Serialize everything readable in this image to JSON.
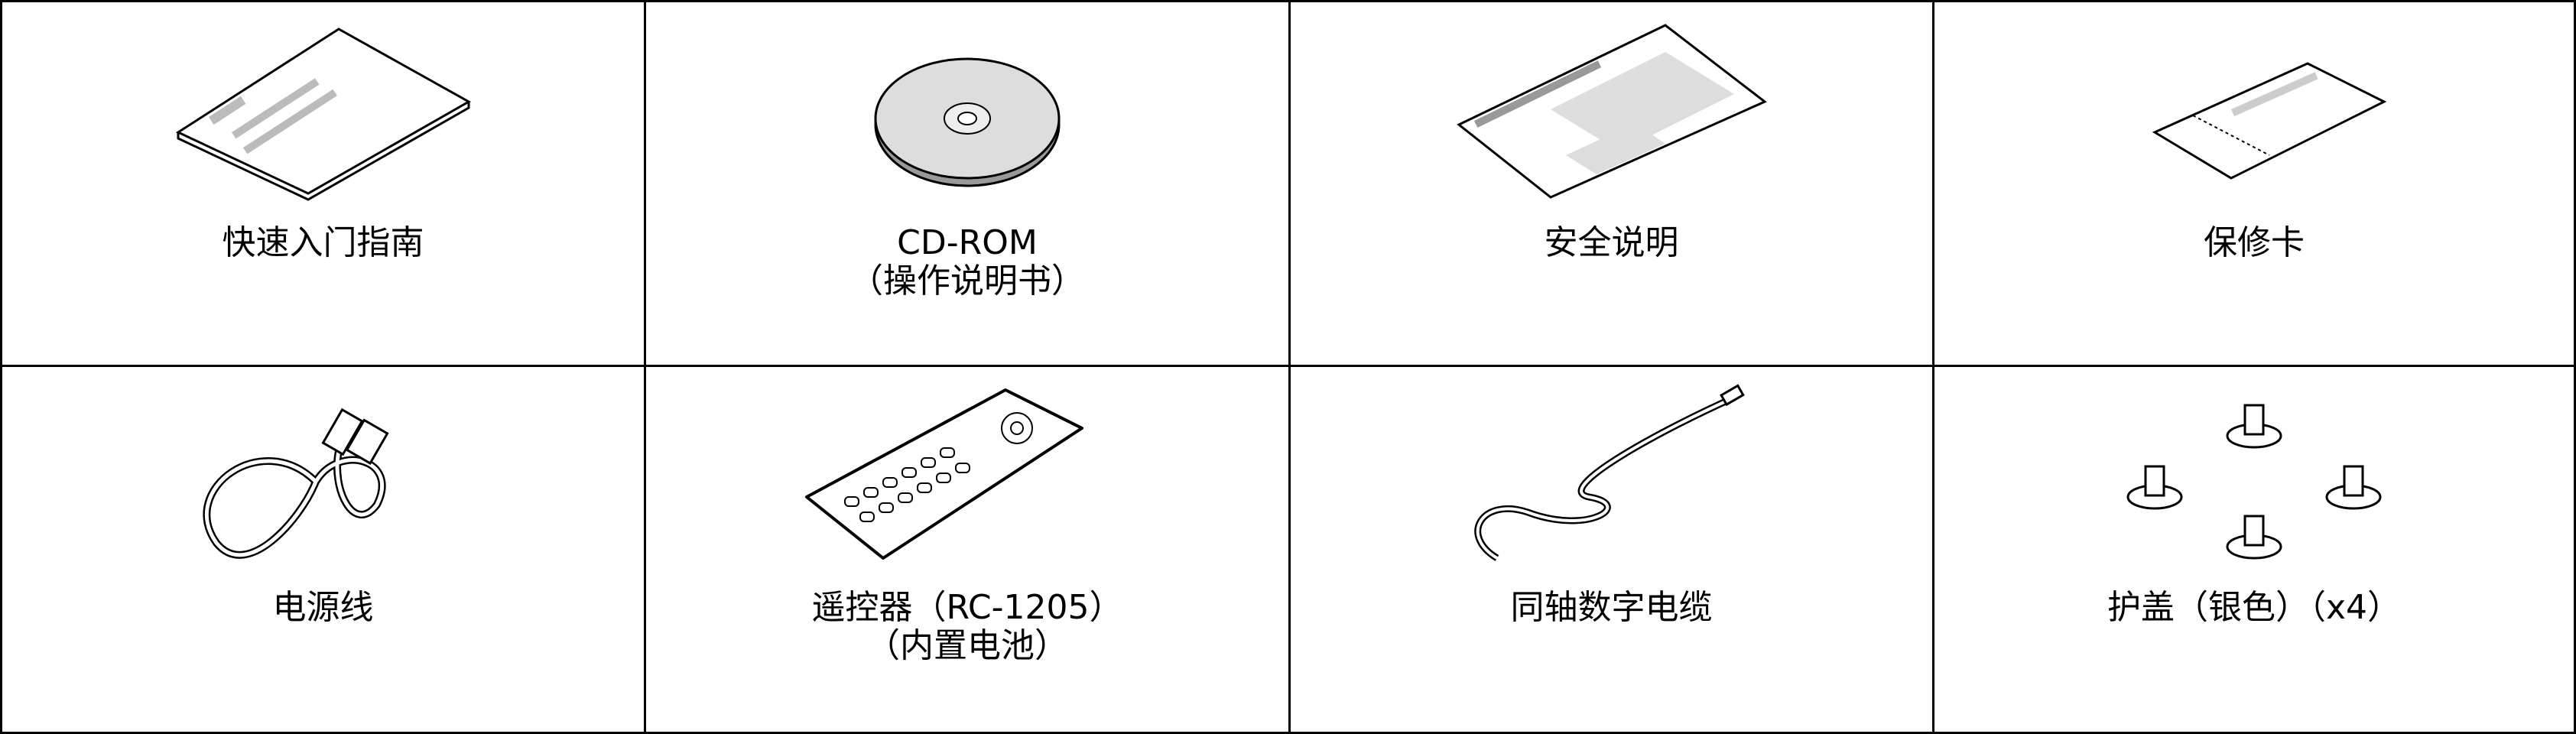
{
  "items": [
    {
      "name": "quick-start-guide",
      "line1": "快速入门指南",
      "line2": "",
      "icon": "booklet-icon"
    },
    {
      "name": "cd-rom",
      "line1": "CD-ROM",
      "line2": "（操作说明书）",
      "icon": "cd-icon"
    },
    {
      "name": "safety-instructions",
      "line1": "安全说明",
      "line2": "",
      "icon": "leaflet-icon"
    },
    {
      "name": "warranty-card",
      "line1": "保修卡",
      "line2": "",
      "icon": "card-icon"
    },
    {
      "name": "power-cord",
      "line1": "电源线",
      "line2": "",
      "icon": "power-cord-icon"
    },
    {
      "name": "remote-control",
      "line1": "遥控器（RC-1205）",
      "line2": "（内置电池）",
      "icon": "remote-icon"
    },
    {
      "name": "coaxial-cable",
      "line1": "同轴数字电缆",
      "line2": "",
      "icon": "coax-cable-icon"
    },
    {
      "name": "protective-caps",
      "line1": "护盖（银色）（x4）",
      "line2": "",
      "icon": "caps-icon"
    }
  ]
}
